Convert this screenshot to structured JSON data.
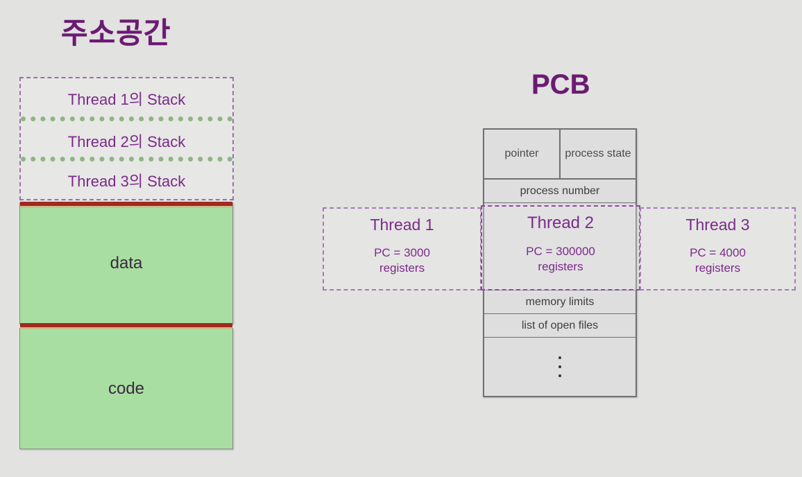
{
  "address_space": {
    "title": "주소공간",
    "stacks": [
      {
        "label": "Thread 1의 Stack"
      },
      {
        "label": "Thread 2의 Stack"
      },
      {
        "label": "Thread 3의 Stack"
      }
    ],
    "segments": [
      {
        "label": "data"
      },
      {
        "label": "code"
      }
    ]
  },
  "pcb": {
    "title": "PCB",
    "cells": {
      "pointer": "pointer",
      "process_state": "process state",
      "process_number": "process number",
      "memory_limits": "memory limits",
      "open_files": "list of open files",
      "ellipsis": "⋮"
    }
  },
  "threads": [
    {
      "name": "Thread 1",
      "pc": "PC = 3000",
      "registers": "registers"
    },
    {
      "name": "Thread 2",
      "pc": "PC =  300000",
      "registers": "registers"
    },
    {
      "name": "Thread 3",
      "pc": "PC =  4000",
      "registers": "registers"
    }
  ],
  "colors": {
    "background": "#e2e2e0",
    "title_purple": "#6b1a72",
    "text_purple": "#7b2a8a",
    "memory_green": "#a8dea1",
    "divider_red": "#a02a1e",
    "stack_sep_green": "#7fae72",
    "table_border": "#6f6f74"
  }
}
